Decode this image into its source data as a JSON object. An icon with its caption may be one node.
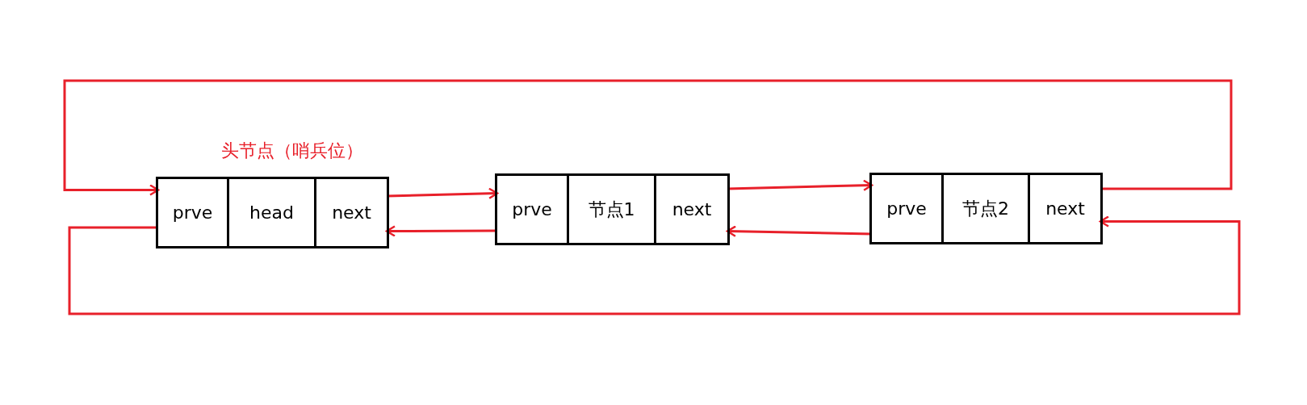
{
  "diagram": {
    "nodes": [
      {
        "text": [
          "头节点（哨兵位）"
        ]
      },
      {
        "text": [
          "prve"
        ],
        "in": 0
      },
      {
        "text": [
          "head"
        ],
        "in": 0
      },
      {
        "text": [
          "next"
        ],
        "in": 0
      },
      {
        "text": [],
        "shape": "box"
      },
      {
        "text": [
          "prve"
        ],
        "in": 4
      },
      {
        "text": [
          "节点1"
        ],
        "in": 4
      },
      {
        "text": [
          "next"
        ],
        "in": 4
      },
      {
        "text": [],
        "shape": "box"
      },
      {
        "text": [
          "prve"
        ],
        "in": 8
      },
      {
        "text": [
          "节点2"
        ],
        "in": 8
      },
      {
        "text": [
          "next"
        ],
        "in": 8
      }
    ],
    "edges": [
      {
        "from": 3,
        "to": 5,
        "arrow": "to"
      },
      {
        "from": 5,
        "to": 3,
        "arrow": "to"
      },
      {
        "from": 7,
        "to": 9,
        "arrow": "to"
      },
      {
        "from": 9,
        "to": 7,
        "arrow": "to"
      },
      {
        "from": 11,
        "to": 1,
        "arrow": "to"
      },
      {
        "from": 1,
        "to": 11,
        "arrow": "to"
      }
    ]
  }
}
